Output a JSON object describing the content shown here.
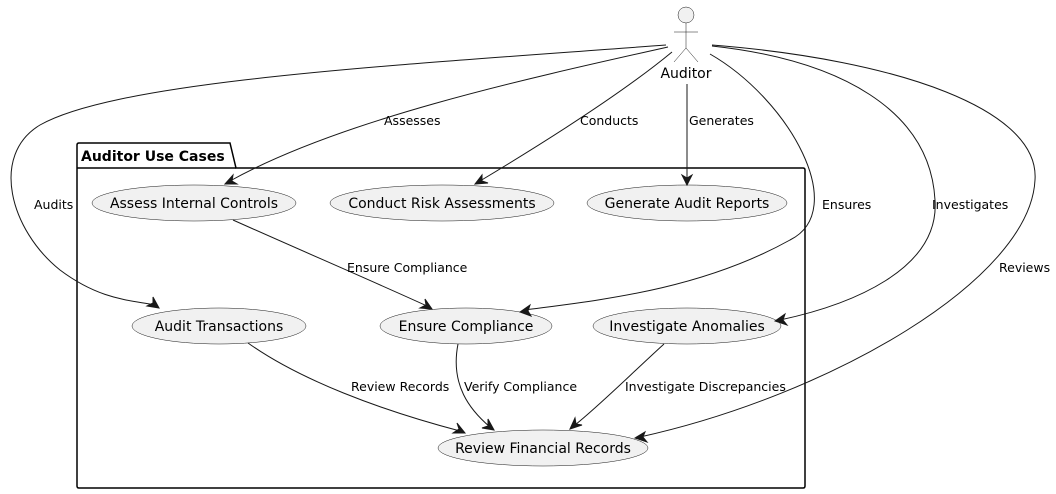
{
  "diagram": {
    "package": {
      "label": "Auditor Use Cases"
    },
    "actor": {
      "label": "Auditor"
    },
    "use_cases": {
      "assess": "Assess Internal Controls",
      "risk": "Conduct Risk Assessments",
      "generate": "Generate Audit Reports",
      "audit": "Audit Transactions",
      "ensure": "Ensure Compliance",
      "investigate": "Investigate Anomalies",
      "review": "Review Financial Records"
    },
    "edges": {
      "assesses": "Assesses",
      "conducts": "Conducts",
      "generates": "Generates",
      "audits": "Audits",
      "ensures": "Ensures",
      "investigates": "Investigates",
      "reviews": "Reviews",
      "ensure_compliance": "Ensure Compliance",
      "review_records": "Review Records",
      "verify_compliance": "Verify Compliance",
      "investigate_discrepancies": "Investigate Discrepancies"
    }
  }
}
